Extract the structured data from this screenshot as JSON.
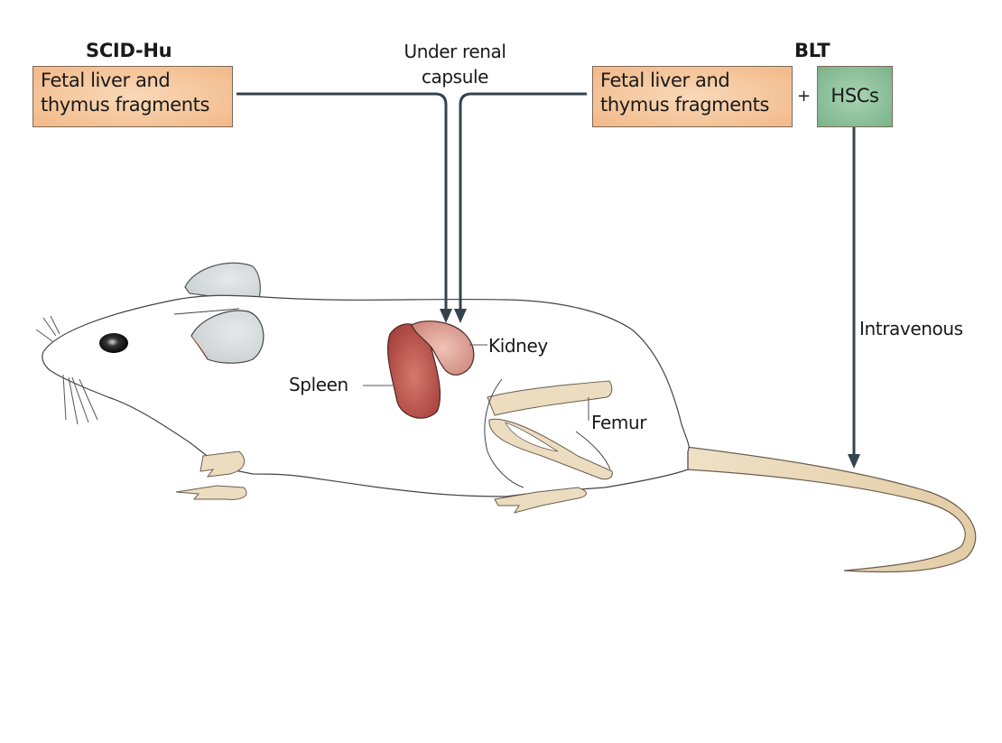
{
  "models": {
    "scid_hu": {
      "title": "SCID-Hu",
      "box_label": "Fetal liver and\nthymus fragments"
    },
    "blt": {
      "title": "BLT",
      "box_label": "Fetal liver and\nthymus fragments",
      "plus": "+",
      "hscs_label": "HSCs"
    }
  },
  "routes": {
    "renal": "Under renal\ncapsule",
    "intravenous": "Intravenous"
  },
  "anatomy": {
    "spleen": "Spleen",
    "kidney": "Kidney",
    "femur": "Femur"
  },
  "colors": {
    "arrow": "#34444c",
    "tissue_box": "#f2b888",
    "hsc_box": "#79b38a",
    "spleen": "#b24a44",
    "kidney": "#dc9a90",
    "bone": "#ecdcc0",
    "body": "#ffffff",
    "ear": "#d7dbdd"
  }
}
